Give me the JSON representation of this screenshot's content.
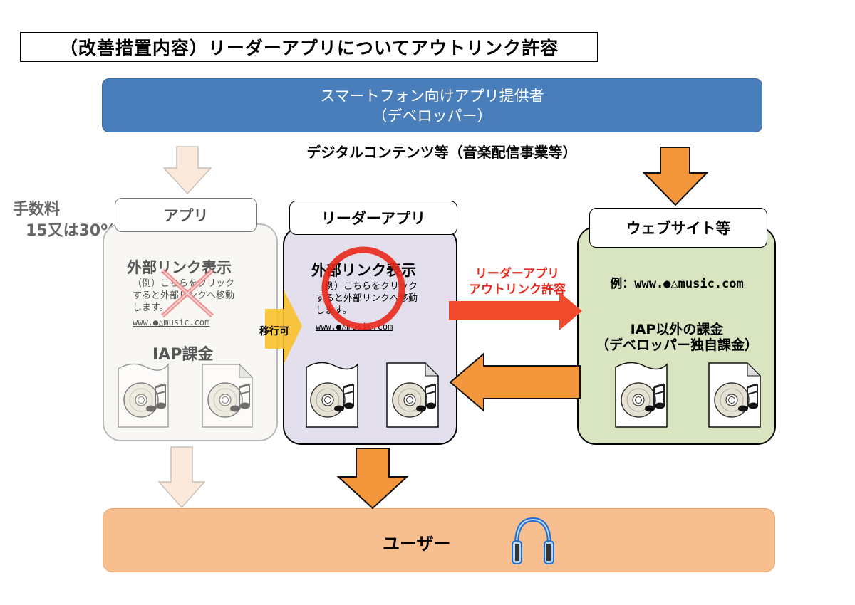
{
  "title": "（改善措置内容）リーダーアプリについてアウトリンク許容",
  "developer": {
    "line1": "スマートフォン向けアプリ提供者",
    "line2": "（デベロッパー）"
  },
  "digital_content_label": "デジタルコンテンツ等（音楽配信事業等）",
  "fee": {
    "line1": "手数料",
    "line2": "15又は30%"
  },
  "app_panel": {
    "tab": "アプリ",
    "external_link_title": "外部リンク表示",
    "example_line1": "（例）こちらをクリック",
    "example_line2": "すると外部リンクへ移動",
    "example_line3": "します。",
    "url": "www.●△music.com",
    "charge": "IAP課金",
    "status_mark": "cross-mark"
  },
  "migration_label": "移行可",
  "reader_panel": {
    "tab": "リーダーアプリ",
    "external_link_title": "外部リンク表示",
    "example_line1": "（例）こちらをクリック",
    "example_line2": "すると外部リンクへ移動",
    "example_line3": "します。",
    "url": "www.●△music.com",
    "status_mark": "circle-mark"
  },
  "outlink_permit": {
    "line1": "リーダーアプリ",
    "line2": "アウトリンク許容"
  },
  "web_panel": {
    "tab": "ウェブサイト等",
    "url_example": "例：www.●△music.com",
    "charge_line1": "IAP以外の課金",
    "charge_line2": "（デベロッパー独自課金）"
  },
  "user": {
    "label": "ユーザー",
    "icon": "headphones-icon"
  },
  "colors": {
    "developer_blue": "#4a7ebb",
    "arrow_orange": "#f4963c",
    "faded_arrow": "#fbeadb",
    "permit_red": "#e8281b",
    "user_orange": "#f7bf8f",
    "reader_lavender": "#e3dfec",
    "web_green": "#d9e4c1",
    "migrate_yellow": "#f9c12e"
  }
}
